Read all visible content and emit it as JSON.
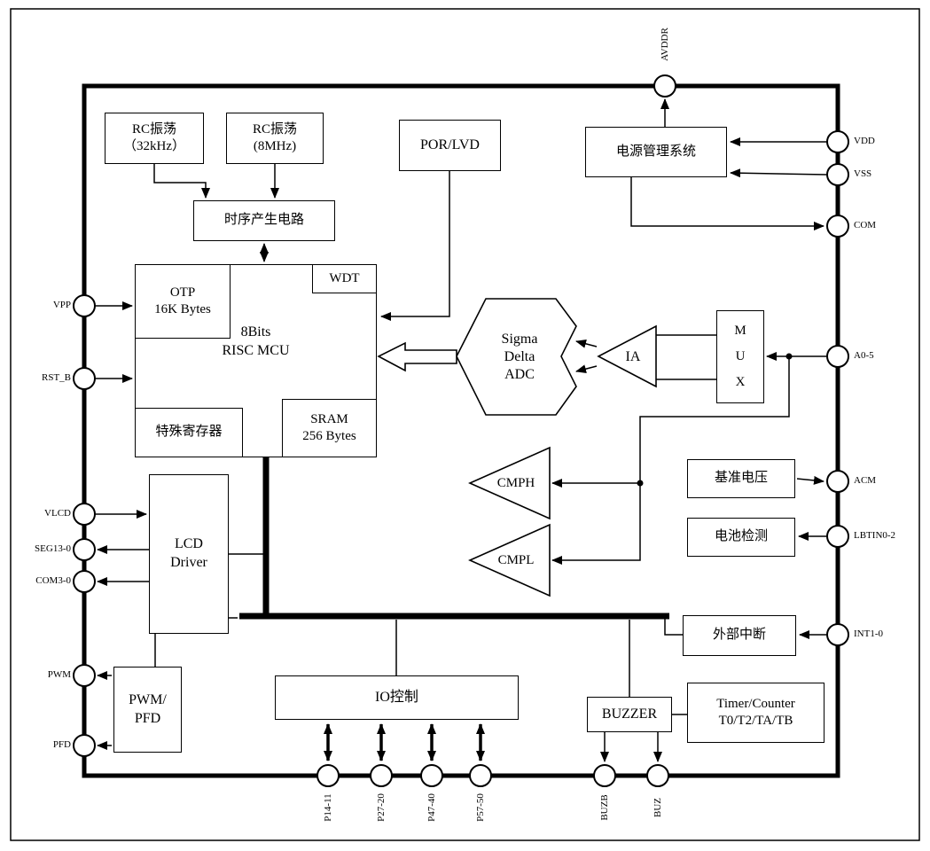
{
  "blocks": {
    "rc_osc_32k": "RC振荡\n（32kHz）",
    "rc_osc_8m": "RC振荡\n(8MHz)",
    "por_lvd": "POR/LVD",
    "power_mgmt": "电源管理系统",
    "timing_gen": "时序产生电路",
    "mcu_core": "8Bits\nRISC MCU",
    "otp": "OTP\n16K Bytes",
    "wdt": "WDT",
    "special_reg": "特殊寄存器",
    "sram": "SRAM\n256 Bytes",
    "sigma_delta_adc": "Sigma\nDelta\nADC",
    "ia": "IA",
    "mux": "M\nU\nX",
    "cmph": "CMPH",
    "cmpl": "CMPL",
    "vref": "基准电压",
    "battery_detect": "电池检测",
    "ext_interrupt": "外部中断",
    "lcd_driver": "LCD\nDriver",
    "pwm_pfd": "PWM/\nPFD",
    "io_control": "IO控制",
    "buzzer": "BUZZER",
    "timer_counter": "Timer/Counter\nT0/T2/TA/TB"
  },
  "pins": {
    "top": [
      "AVDDR"
    ],
    "right": [
      "VDD",
      "VSS",
      "COM",
      "A0-5",
      "ACM",
      "LBTIN0-2",
      "INT1-0"
    ],
    "left": [
      "VPP",
      "RST_B",
      "VLCD",
      "SEG13-0",
      "COM3-0",
      "PWM",
      "PFD"
    ],
    "bottom": [
      "P14-11",
      "P27-20",
      "P47-40",
      "P57-50",
      "BUZB",
      "BUZ"
    ]
  }
}
